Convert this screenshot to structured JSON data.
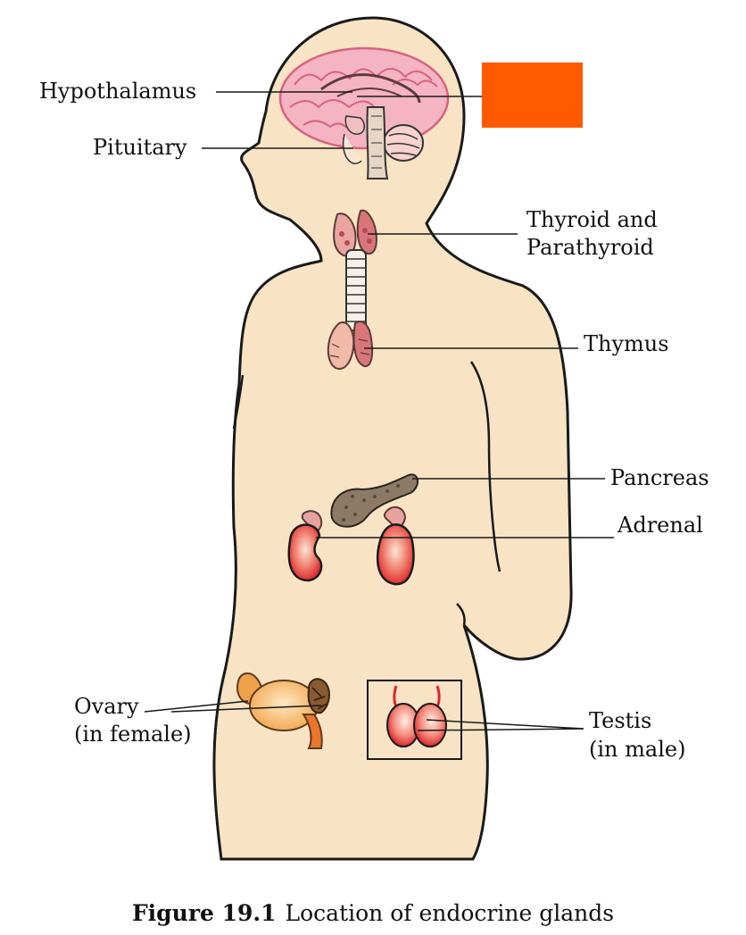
{
  "labels": {
    "hypothalamus": "Hypothalamus",
    "pituitary": "Pituitary",
    "thyroid_line1": "Thyroid and",
    "thyroid_line2": "Parathyroid",
    "thymus": "Thymus",
    "pancreas": "Pancreas",
    "adrenal": "Adrenal",
    "ovary_line1": "Ovary",
    "ovary_line2": "(in female)",
    "testis_line1": "Testis",
    "testis_line2": "(in male)"
  },
  "caption": {
    "number": "Figure 19.1",
    "text": "Location of endocrine glands"
  },
  "colors": {
    "skin": "#f8e3c4",
    "brain": "#f2a1b4",
    "organ_red": "#e8333a",
    "gland_brown": "#6b5b4a",
    "redaction_box": "#ff5a00"
  }
}
